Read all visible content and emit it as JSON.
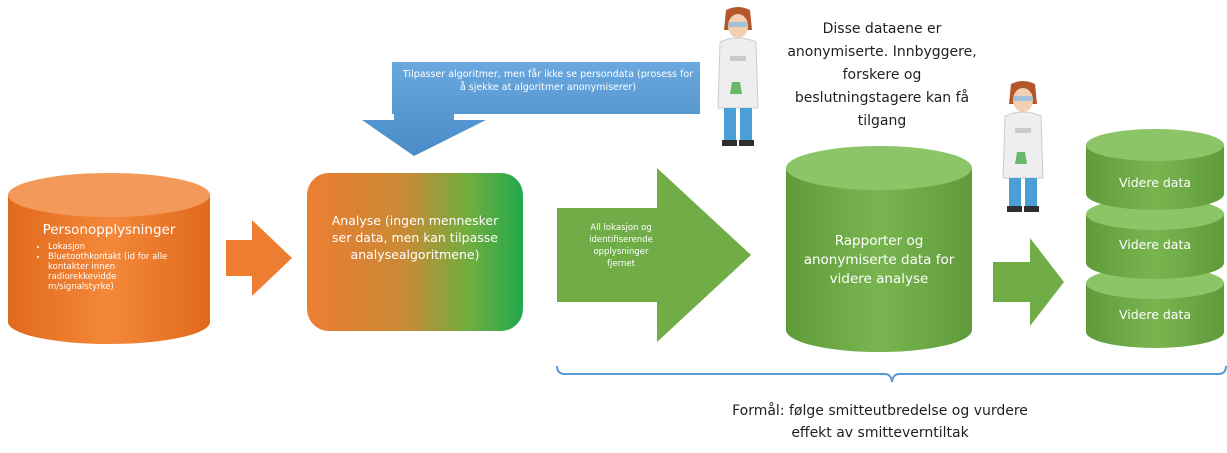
{
  "source": {
    "title": "Personopplysninger",
    "bullets": [
      "Lokasjon",
      "Bluetoothkontakt (id for alle kontakter innen radiorekkevidde m/signalstyrke)"
    ]
  },
  "adjust_note": "Tilpasser algoritmer, men får ikke se persondata (prosess for å sjekke at algoritmer anonymiserer)",
  "analysis": "Analyse (ingen mennesker ser data, men kan tilpasse analysealgoritmene)",
  "removal_arrow": "All lokasjon og identifiserende opplysninger fjernet",
  "anonymized_note": "Disse dataene er anonymiserte. Innbyggere, forskere og beslutningstagere kan få tilgang",
  "reports": "Rapporter og anonymiserte data for videre analyse",
  "further_data": [
    "Videre data",
    "Videre data",
    "Videre data"
  ],
  "purpose": "Formål: følge smitteutbredelse og vurdere effekt av smitteverntiltak",
  "colors": {
    "orange": "#ed7d31",
    "green": "#70ad47",
    "blue": "#5b9bd5",
    "bracket": "#5b9bd5"
  }
}
